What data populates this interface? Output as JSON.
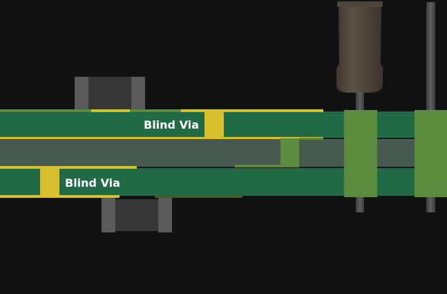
{
  "labels": {
    "upper_via": "Blind Via",
    "lower_via": "Blind Via"
  },
  "colors": {
    "background": "#111111",
    "board_green": "#206a45",
    "core_gray": "#465a50",
    "copper_yellow": "#d8c02e",
    "pin_green": "#5b8c3e",
    "component_dark": "#363636",
    "component_light": "#5a5a5a",
    "lead_gray": "#4e4e4e",
    "capacitor_brown": "#4b433a"
  },
  "components": {
    "top_smd": "smd-component",
    "bottom_smd": "smd-component",
    "capacitor": "through-hole-capacitor",
    "pin": "through-hole-pin"
  }
}
